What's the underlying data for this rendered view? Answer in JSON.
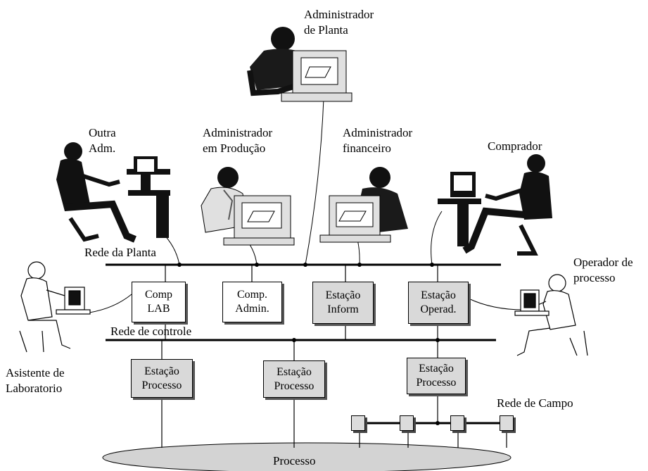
{
  "people": {
    "plant_admin": "Administrador\nde Planta",
    "other_admin": "Outra\nAdm.",
    "production_admin": "Administrador\nem Produção",
    "finance_admin": "Administrador\nfinanceiro",
    "buyer": "Comprador",
    "process_operator": "Operador de\nprocesso",
    "lab_assistant": "Asistente de\nLaboratorio"
  },
  "networks": {
    "plant": "Rede da Planta",
    "control": "Rede de controle",
    "field": "Rede de Campo"
  },
  "nodes": {
    "comp_lab": [
      "Comp",
      "LAB"
    ],
    "comp_admin": [
      "Comp.",
      "Admin."
    ],
    "estacao_inform": [
      "Estação",
      "Inform"
    ],
    "estacao_operad": [
      "Estação",
      "Operad."
    ],
    "estacao_processo_1": [
      "Estação",
      "Processo"
    ],
    "estacao_processo_2": [
      "Estação",
      "Processo"
    ],
    "estacao_processo_3": [
      "Estação",
      "Processo"
    ]
  },
  "process": "Processo"
}
